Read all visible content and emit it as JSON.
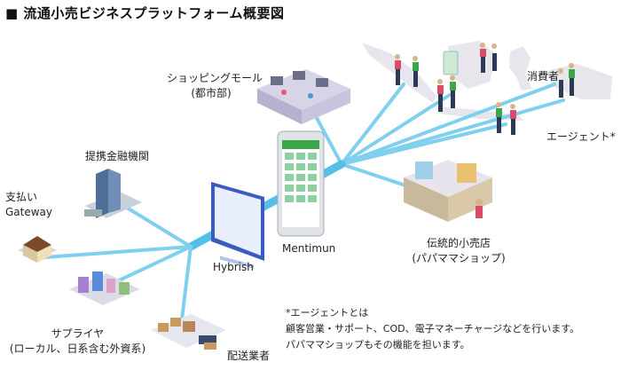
{
  "title": "■ 流通小売ビジネスプラットフォーム概要図",
  "colors": {
    "line": "#7fd0ee",
    "core": "#54c0e8",
    "map": "#e9e9ee",
    "platform": "#4a6fd0"
  },
  "labels": {
    "shopping_mall_1": "ショッピングモール",
    "shopping_mall_2": "(都市部)",
    "consumer": "消費者",
    "agent": "エージェント*",
    "partner_finance": "提携金融機関",
    "payment_1": "支払い",
    "payment_2": "Gateway",
    "hybrish": "Hybrish",
    "mentimun": "Mentimun",
    "traditional_1": "伝統的小売店",
    "traditional_2": "(パパママショップ)",
    "supplier_1": "サプライヤ",
    "supplier_2": "(ローカル、日系含む外資系)",
    "delivery": "配送業者"
  },
  "note": {
    "line1": "*エージェントとは",
    "line2": "顧客営業・サポート、COD、電子マネーチャージなどを行います。",
    "line3": "パパママショップもその機能を担います。"
  }
}
